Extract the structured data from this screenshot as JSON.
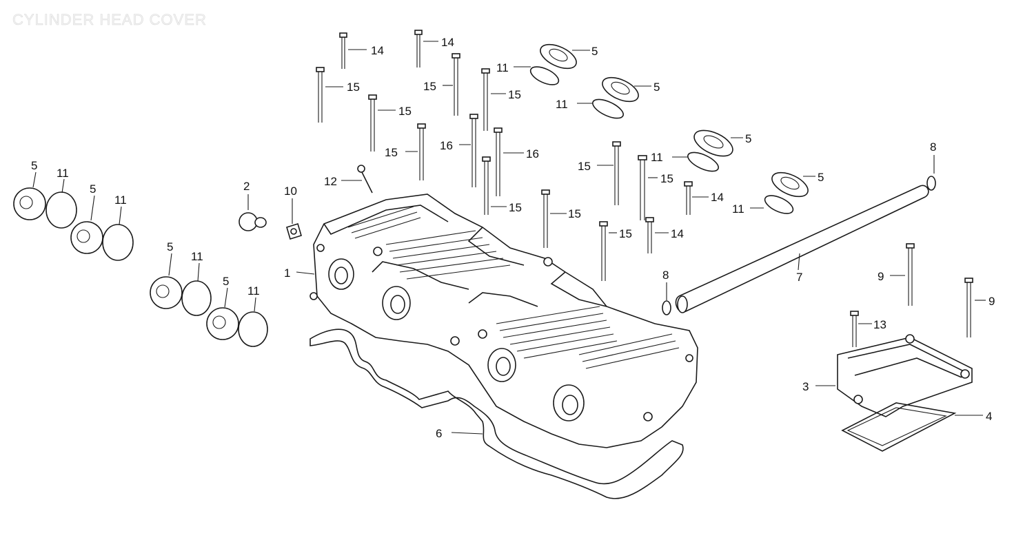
{
  "title": "CYLINDER HEAD COVER",
  "callouts": {
    "c1": "1",
    "c2": "2",
    "c3": "3",
    "c4": "4",
    "c6": "6",
    "c7": "7",
    "c8a": "8",
    "c8b": "8",
    "c9a": "9",
    "c9b": "9",
    "c10": "10",
    "c12": "12",
    "c13": "13",
    "c5_a": "5",
    "c5_b": "5",
    "c5_c": "5",
    "c5_d": "5",
    "c5_e": "5",
    "c5_f": "5",
    "c5_g": "5",
    "c5_h": "5",
    "c11_a": "11",
    "c11_b": "11",
    "c11_c": "11",
    "c11_d": "11",
    "c11_e": "11",
    "c11_f": "11",
    "c11_g": "11",
    "c11_h": "11",
    "c14_a": "14",
    "c14_b": "14",
    "c14_c": "14",
    "c14_d": "14",
    "c15_a": "15",
    "c15_b": "15",
    "c15_c": "15",
    "c15_d": "15",
    "c15_e": "15",
    "c15_f": "15",
    "c15_g": "15",
    "c15_h": "15",
    "c15_i": "15",
    "c15_j": "15",
    "c16_a": "16",
    "c16_b": "16"
  }
}
